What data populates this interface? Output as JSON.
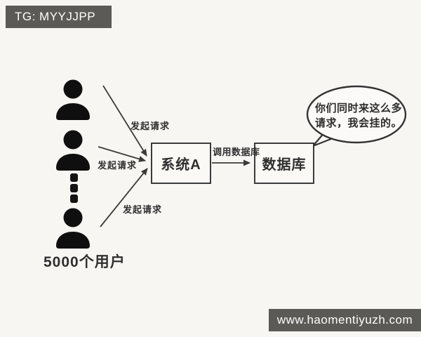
{
  "watermarks": {
    "top_left": "TG: MYYJJPP",
    "bottom_right": "www.haomentiyuzh.com",
    "badge_bg": "#5b5a57",
    "badge_text_color": "#ffffff"
  },
  "diagram": {
    "users_count_label": "5000个用户",
    "request_labels": [
      "发起请求",
      "发起请求",
      "发起请求"
    ],
    "system_box_label": "系统A",
    "database_box_label": "数据库",
    "call_label": "调用数据库",
    "speech_bubble": {
      "line1": "你们同时来这么多",
      "line2": "请求，我会挂的。"
    },
    "colors": {
      "line": "#3a3a3a",
      "icon": "#0f0f0f",
      "text": "#2f2f2f",
      "background": "#f7f6f3"
    }
  }
}
